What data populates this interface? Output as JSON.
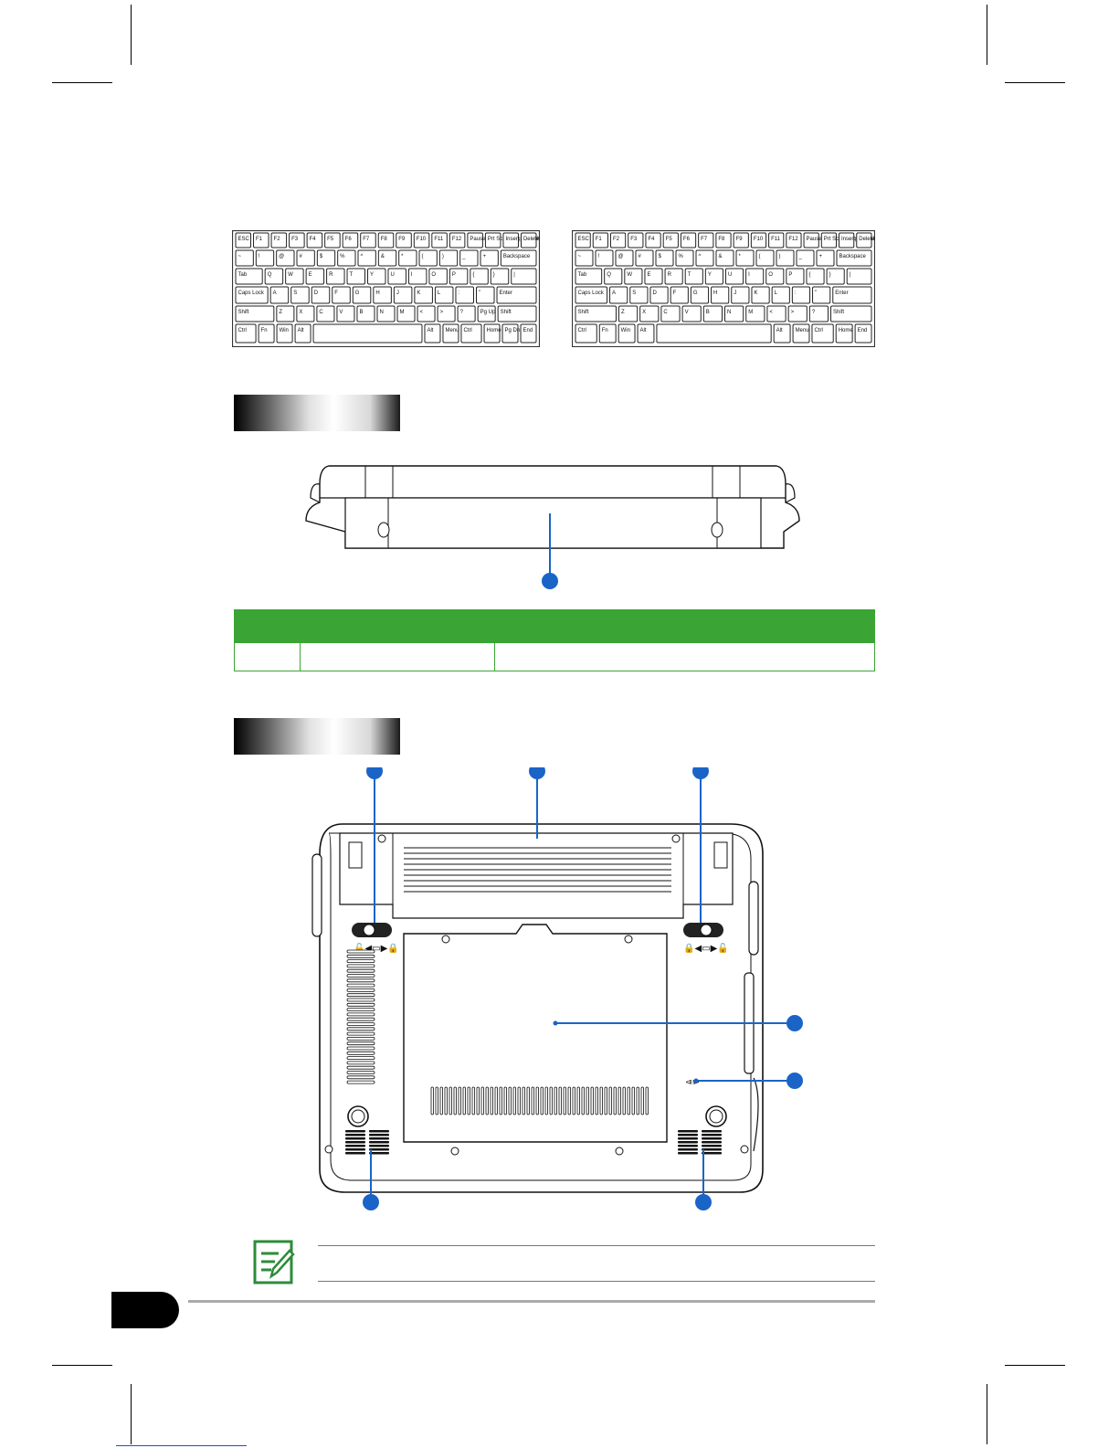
{
  "page": {
    "section_headings": [
      "",
      ""
    ],
    "keyboard_left": {
      "row1": [
        "ESC",
        "F1",
        "F2",
        "F3",
        "F4",
        "F5",
        "F6",
        "F7",
        "F8",
        "F9",
        "F10",
        "F11",
        "F12",
        "Pause Break",
        "Prt Sc SysRq",
        "Insert Num LK",
        "Delete Scr LK"
      ],
      "row2": [
        "~",
        "!",
        "@",
        "#",
        "$",
        "%",
        "^",
        "&",
        "*",
        "(",
        ")",
        "_",
        "+",
        "Backspace"
      ],
      "row3": [
        "Tab",
        "Q",
        "W",
        "E",
        "R",
        "T",
        "Y",
        "U",
        "I",
        "O",
        "P",
        "{",
        "}",
        "|"
      ],
      "row4": [
        "Caps Lock",
        "A",
        "S",
        "D",
        "F",
        "G",
        "H",
        "J",
        "K",
        "L",
        ":",
        "\"",
        "Enter"
      ],
      "row5": [
        "Shift",
        "Z",
        "X",
        "C",
        "V",
        "B",
        "N",
        "M",
        "<",
        ">",
        "?",
        "Pg Up",
        "Shift"
      ],
      "row6": [
        "Ctrl",
        "Fn",
        "Win",
        "Alt",
        "",
        "Alt",
        "Menu",
        "Ctrl",
        "Home",
        "Pg Dn",
        "End"
      ]
    },
    "keyboard_right": {
      "row1": [
        "ESC",
        "F1",
        "F2",
        "F3",
        "F4",
        "F5",
        "F6",
        "F7",
        "F8",
        "F9",
        "F10",
        "F11",
        "F12",
        "Pause Break",
        "Prt Sc SysRq",
        "Insert Num LK",
        "Delete Scr LK"
      ],
      "row2": [
        "~",
        "!",
        "@",
        "#",
        "$",
        "%",
        "^",
        "&",
        "*",
        "(",
        ")",
        "_",
        "+",
        "Backspace"
      ],
      "row3": [
        "Tab",
        "Q",
        "W",
        "E",
        "R",
        "T",
        "Y",
        "U",
        "I",
        "O",
        "P",
        "{",
        "}",
        "|"
      ],
      "row4": [
        "Caps Lock",
        "A",
        "S",
        "D",
        "F",
        "G",
        "H",
        "J",
        "K",
        "L",
        ":",
        "\"",
        "Enter"
      ],
      "row5": [
        "Shift",
        "Z",
        "X",
        "C",
        "V",
        "B",
        "N",
        "M",
        "<",
        ">",
        "?",
        "Shift"
      ],
      "row6": [
        "Ctrl",
        "Fn",
        "Win",
        "Alt",
        "",
        "Alt",
        "Menu",
        "Ctrl",
        "Home",
        "End"
      ]
    },
    "spec_table": {
      "header": "",
      "row": [
        "",
        "",
        ""
      ]
    },
    "note_text": "",
    "page_number": "",
    "colors": {
      "accent_green": "#3aa535",
      "callout_blue": "#1a64c8",
      "note_icon_green": "#2e8b3a"
    },
    "icons": [
      "note-icon",
      "lock-icon",
      "unlock-icon"
    ]
  }
}
